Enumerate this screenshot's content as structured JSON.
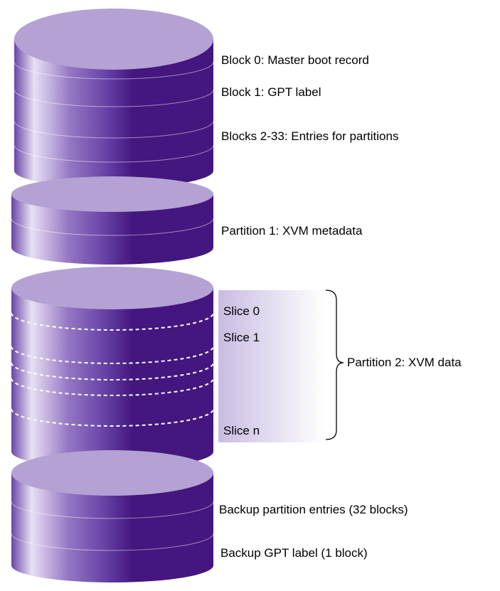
{
  "colors": {
    "cylinder_dark": "#44167f",
    "cylinder_mid": "#6a45a8",
    "cylinder_light": "#e8e0f3",
    "cylinder_top": "#b3a2d3",
    "slice_line": "#ffffff",
    "bracket": "#000000",
    "slice_panel_start": "#c9bce2",
    "slice_panel_end": "#ffffff"
  },
  "labels": {
    "block0": "Block 0: Master boot record",
    "block1": "Block 1: GPT label",
    "blocks2_33": "Blocks 2-33: Entries for partitions",
    "partition1": "Partition 1: XVM metadata",
    "slice0": "Slice 0",
    "slice1": "Slice 1",
    "slicen": "Slice n",
    "partition2": "Partition 2: XVM data",
    "backup_entries": "Backup partition entries (32 blocks)",
    "backup_label": "Backup GPT label (1 block)"
  }
}
